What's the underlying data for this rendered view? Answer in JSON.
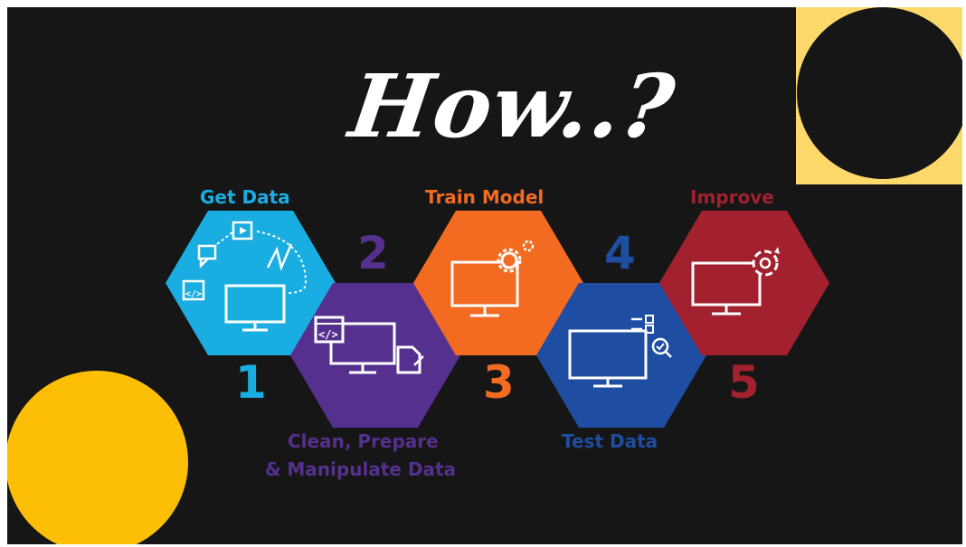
{
  "title": "How..?",
  "colors": {
    "background": "#161616",
    "accent_yellow": "#FDBF06",
    "pale_yellow": "#FDD86A",
    "step1": "#19ADE2",
    "step2": "#56308F",
    "step3": "#F36B21",
    "step4": "#1F4DA1",
    "step5": "#A3212F"
  },
  "steps": [
    {
      "number": "1",
      "label": "Get Data",
      "icon": "monitor-with-media-icons"
    },
    {
      "number": "2",
      "label_line1": "Clean, Prepare",
      "label_line2": "& Manipulate Data",
      "icon": "monitor-with-code-and-file"
    },
    {
      "number": "3",
      "label": "Train Model",
      "icon": "monitor-with-gears"
    },
    {
      "number": "4",
      "label": "Test Data",
      "icon": "monitor-with-checklist-search"
    },
    {
      "number": "5",
      "label": "Improve",
      "icon": "monitor-with-refresh-gear"
    }
  ]
}
